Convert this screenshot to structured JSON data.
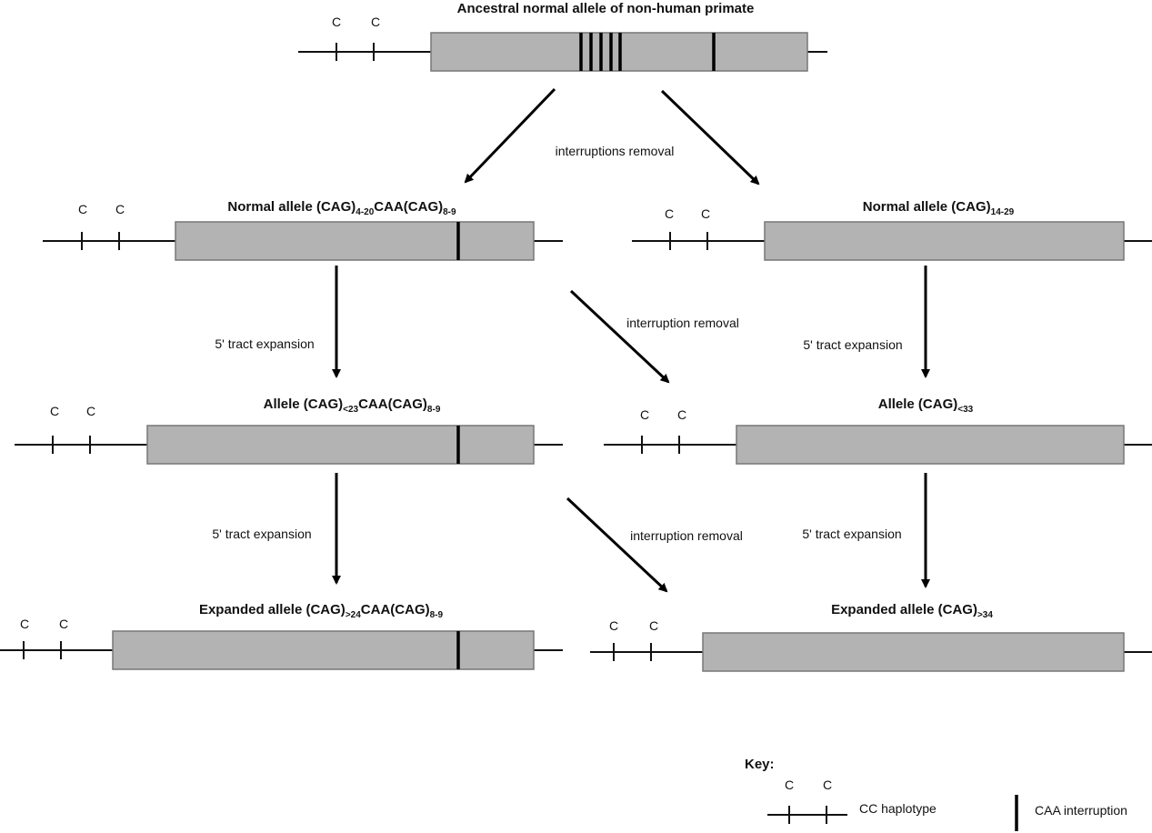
{
  "alleles": {
    "ancestral": {
      "title": "Ancestral normal allele of non-human primate"
    },
    "normal_left": {
      "title_main": "Normal allele (CAG)",
      "sub1": "4-20",
      "mid": "CAA(CAG)",
      "sub2": "8-9"
    },
    "normal_right": {
      "title_main": "Normal allele (CAG)",
      "sub1": "14-29"
    },
    "allele_left": {
      "title_main": "Allele (CAG)",
      "sub1": "<23",
      "mid": "CAA(CAG)",
      "sub2": "8-9"
    },
    "allele_right": {
      "title_main": "Allele (CAG)",
      "sub1": "<33"
    },
    "expanded_left": {
      "title_main": "Expanded allele (CAG)",
      "sub1": ">24",
      "mid": "CAA(CAG)",
      "sub2": "8-9"
    },
    "expanded_right": {
      "title_main": "Expanded allele (CAG)",
      "sub1": ">34"
    }
  },
  "haplotype_letter": "C",
  "arrows": {
    "interruptions_removal": "interruptions removal",
    "interruption_removal": "interruption removal",
    "tract_expansion": "5' tract expansion"
  },
  "key": {
    "title": "Key:",
    "cc_haplotype": "CC haplotype",
    "caa_interruption": "CAA interruption"
  }
}
